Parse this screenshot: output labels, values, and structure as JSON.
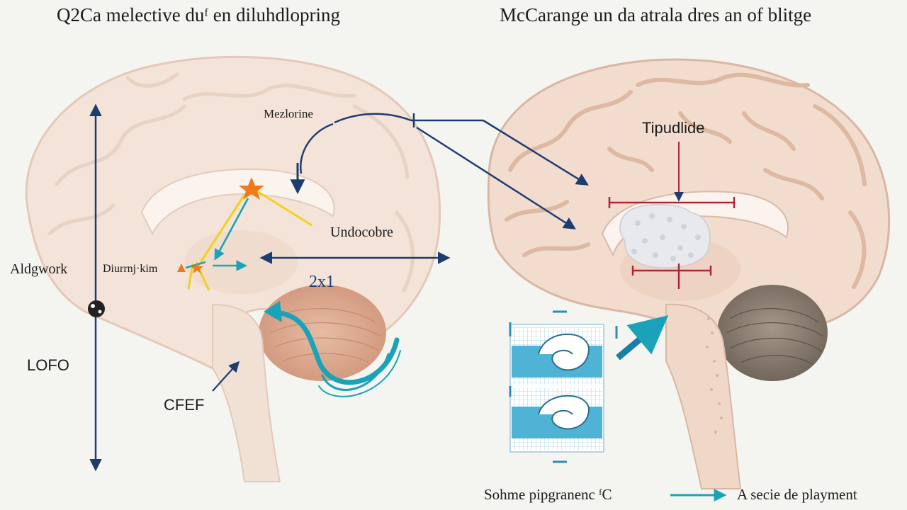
{
  "titles": {
    "left": "Q2Ca melective duᶠ en diluhdlopring",
    "right": "McCarange un da atrala dres an of blitge"
  },
  "left_labels": {
    "mezlorine": "Mezlorine",
    "undocobre": "Undocobre",
    "aldgwork": "Aldgwork",
    "diurrnj": "Diurrnj·kim",
    "two_x_one": "2x1",
    "lofo": "LOFO",
    "cfef": "CFEF"
  },
  "right_labels": {
    "tipudlide": "Tipudlide"
  },
  "legend": {
    "left_text": "Sohme pipgranenc ᶠC",
    "right_text": "A secie de playment"
  },
  "colors": {
    "navy": "#1f3c6e",
    "teal": "#1aa3b8",
    "yellow": "#f0d21c",
    "crimson": "#b0243a",
    "orange": "#ee7a1c",
    "brain_light": "#f3e3d8",
    "brain_mid": "#ead0c0",
    "cerebellum": "#d9a78b",
    "cerebellum_dark": "#8b7f74"
  },
  "icons": {
    "brain_left": "brain-sagittal-icon",
    "brain_right": "brain-sagittal-icon",
    "hippocampus_panel": "hippocampus-panel-icon",
    "star": "star-icon"
  }
}
